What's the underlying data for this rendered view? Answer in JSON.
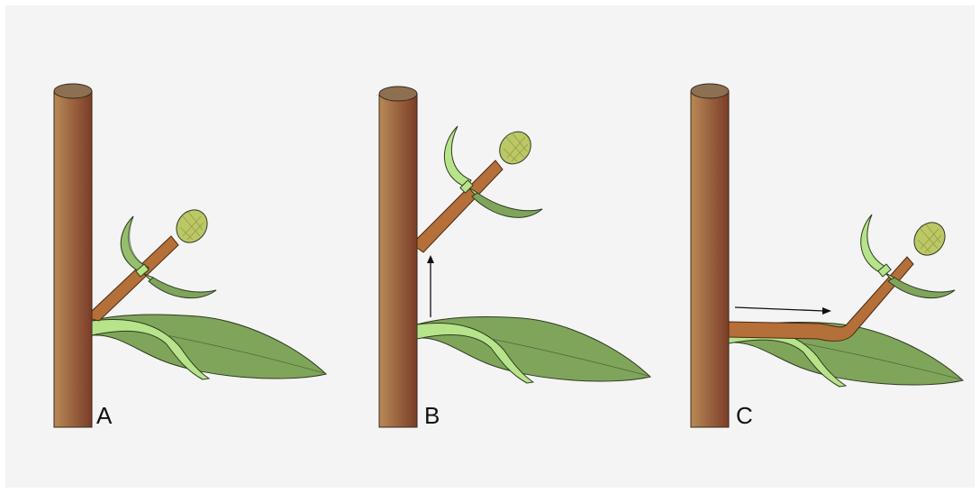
{
  "panels": [
    {
      "label": "A"
    },
    {
      "label": "B"
    },
    {
      "label": "C"
    }
  ],
  "colors": {
    "background": "#f4f4f4",
    "stem_light": "#b88a56",
    "stem_dark": "#7b3c28",
    "stem_top": "#8d7052",
    "branch": "#b56f38",
    "leaf": "#7fa55a",
    "leaf_light": "#b7e48a",
    "bud": "#bcc766",
    "outline": "#2e3a22",
    "arrow": "#111111"
  }
}
